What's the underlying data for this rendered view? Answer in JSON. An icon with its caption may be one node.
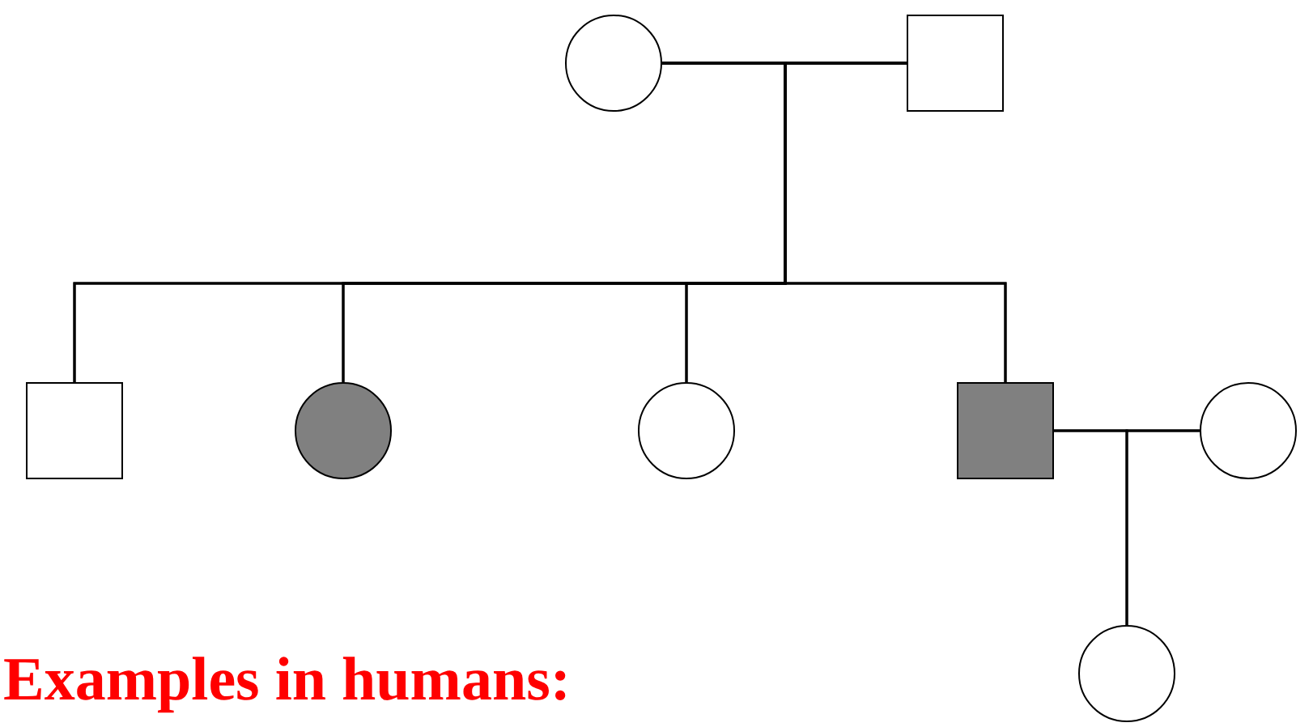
{
  "diagram": {
    "nodes": [
      {
        "text": [],
        "shape": "circle"
      },
      {
        "text": [],
        "shape": "box"
      },
      {
        "text": [],
        "shape": "box"
      },
      {
        "text": [],
        "shape": "circle"
      },
      {
        "text": [],
        "shape": "circle"
      },
      {
        "text": [],
        "shape": "box"
      },
      {
        "text": [],
        "shape": "circle"
      },
      {
        "text": [],
        "shape": "circle"
      }
    ],
    "edges": [
      {
        "from": 0,
        "to": 1,
        "arrow": "none"
      },
      {
        "from": 0,
        "to": 2,
        "arrow": "none"
      },
      {
        "from": 0,
        "to": 3,
        "arrow": "none"
      },
      {
        "from": 0,
        "to": 4,
        "arrow": "none"
      },
      {
        "from": 0,
        "to": 5,
        "arrow": "none"
      },
      {
        "from": 1,
        "to": 2,
        "arrow": "none"
      },
      {
        "from": 1,
        "to": 3,
        "arrow": "none"
      },
      {
        "from": 1,
        "to": 4,
        "arrow": "none"
      },
      {
        "from": 1,
        "to": 5,
        "arrow": "none"
      },
      {
        "from": 5,
        "to": 6,
        "arrow": "none"
      },
      {
        "from": 5,
        "to": 7,
        "arrow": "none"
      },
      {
        "from": 6,
        "to": 7,
        "arrow": "none"
      }
    ],
    "labels": [
      "Examples in humans:"
    ]
  }
}
